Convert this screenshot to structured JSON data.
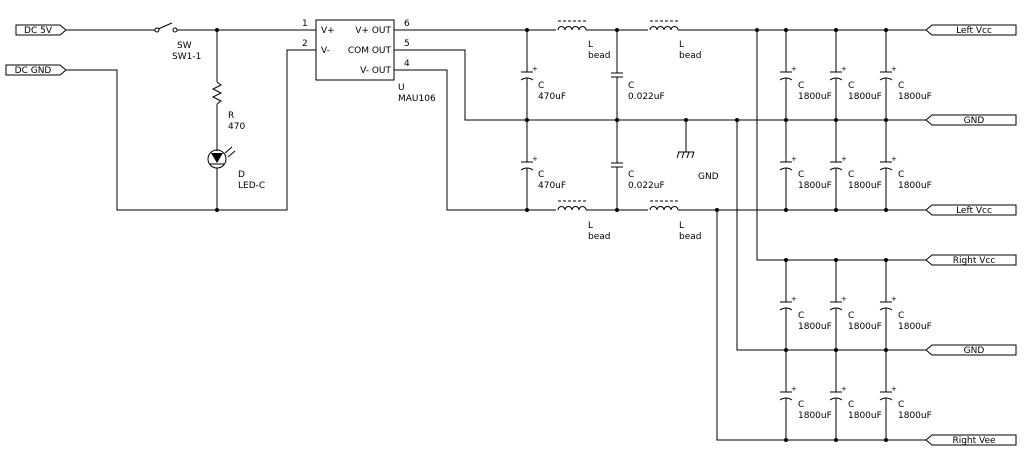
{
  "ports": {
    "in_5v": "DC 5V",
    "in_gnd": "DC GND",
    "left_vcc_1": "Left Vcc",
    "gnd_1": "GND",
    "left_vcc_2": "Left Vcc",
    "right_vcc": "Right Vcc",
    "gnd_2": "GND",
    "right_vee": "Right Vee"
  },
  "switch": {
    "ref": "SW",
    "value": "SW1-1"
  },
  "resistor": {
    "ref": "R",
    "value": "470"
  },
  "led": {
    "ref": "D",
    "value": "LED-C"
  },
  "converter": {
    "ref": "U",
    "value": "MAU106",
    "pin_vplus": "V+",
    "pin_vminus": "V-",
    "pin_vplus_out": "V+ OUT",
    "pin_com_out": "COM OUT",
    "pin_vminus_out": "V- OUT",
    "pin_1": "1",
    "pin_2": "2",
    "pin_6": "6",
    "pin_5": "5",
    "pin_4": "4"
  },
  "bulk_caps": {
    "ref": "C",
    "value": "470uF"
  },
  "film_caps": {
    "ref": "C",
    "value": "0.022uF"
  },
  "beads": {
    "ref": "L",
    "value": "bead"
  },
  "ground_label": "GND",
  "output_caps": {
    "ref": "C",
    "value": "1800uF"
  }
}
